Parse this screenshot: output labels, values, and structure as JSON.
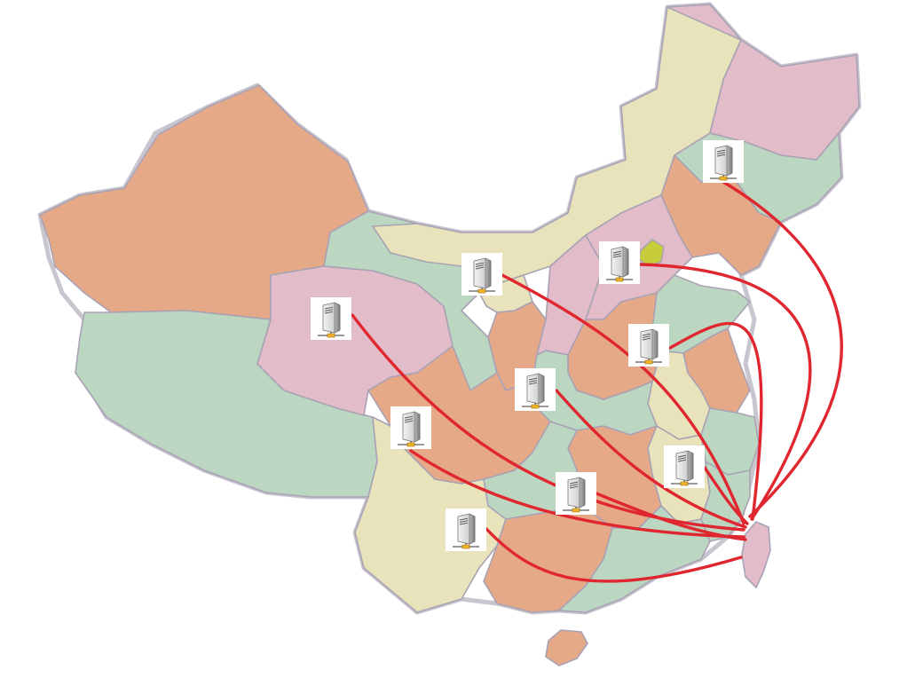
{
  "map": {
    "colors": {
      "orange": "#e5a988",
      "pink": "#e2bcc8",
      "green": "#bcd7c1",
      "yellow": "#e8e3ba",
      "highlight": "#c7cc3a",
      "link": "#e0262e",
      "border": "#a9a2b5"
    },
    "hub": {
      "name": "taiwan",
      "icon": "target-island"
    },
    "servers": [
      {
        "id": "northeast",
        "icon": "server-icon"
      },
      {
        "id": "beijing",
        "icon": "server-icon"
      },
      {
        "id": "shandong",
        "icon": "server-icon"
      },
      {
        "id": "north-central",
        "icon": "server-icon"
      },
      {
        "id": "qinghai",
        "icon": "server-icon"
      },
      {
        "id": "central",
        "icon": "server-icon"
      },
      {
        "id": "sichuan",
        "icon": "server-icon"
      },
      {
        "id": "fujian",
        "icon": "server-icon"
      },
      {
        "id": "hunan",
        "icon": "server-icon"
      },
      {
        "id": "yunnan",
        "icon": "server-icon"
      }
    ],
    "connections": [
      {
        "from": "northeast",
        "to": "taiwan"
      },
      {
        "from": "beijing",
        "to": "taiwan"
      },
      {
        "from": "shandong",
        "to": "taiwan"
      },
      {
        "from": "north-central",
        "to": "taiwan"
      },
      {
        "from": "qinghai",
        "to": "taiwan"
      },
      {
        "from": "central",
        "to": "taiwan"
      },
      {
        "from": "sichuan",
        "to": "taiwan"
      },
      {
        "from": "fujian",
        "to": "taiwan"
      },
      {
        "from": "hunan",
        "to": "taiwan"
      },
      {
        "from": "yunnan",
        "to": "taiwan"
      }
    ]
  }
}
